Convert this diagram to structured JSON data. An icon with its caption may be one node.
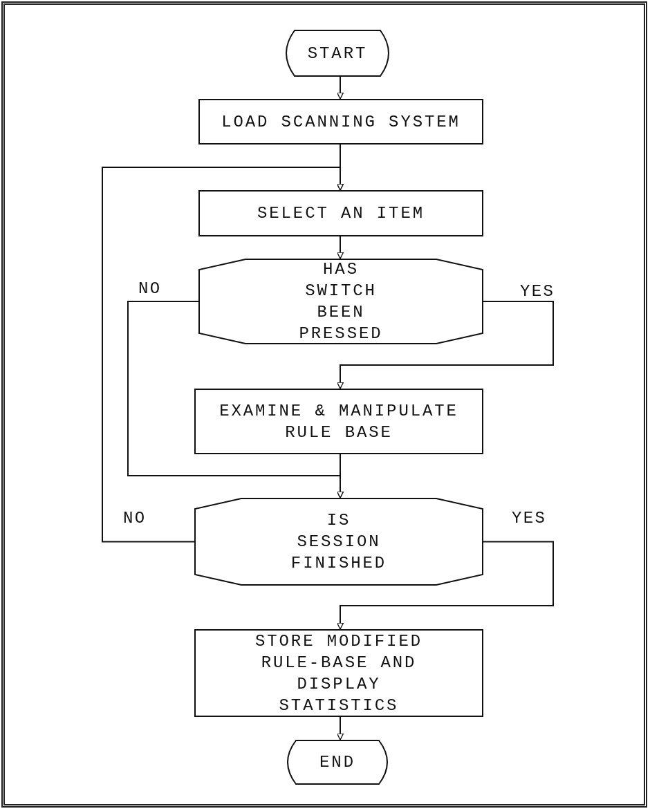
{
  "diagram": {
    "nodes": [
      {
        "text": [
          "START"
        ]
      },
      {
        "text": [
          "LOAD SCANNING SYSTEM"
        ]
      },
      {
        "text": [
          "SELECT AN ITEM"
        ]
      },
      {
        "text": [
          "HAS SWITCH BEEN PRESSED"
        ]
      },
      {
        "text": [
          "EXAMINE & MANIPULATE RULE BASE"
        ]
      },
      {
        "text": [
          "IS SESSION FINISHED"
        ]
      },
      {
        "text": [
          "STORE MODIFIED RULE-BASE AND DISPLAY STATISTICS"
        ]
      },
      {
        "text": [
          "END"
        ]
      }
    ],
    "edges": [
      {
        "from": 0,
        "to": 1,
        "arrow": "to"
      },
      {
        "from": 1,
        "to": 2,
        "arrow": "to"
      },
      {
        "from": 2,
        "to": 3,
        "arrow": "to"
      },
      {
        "from": 3,
        "to": 4,
        "label": "YES",
        "arrow": "to"
      },
      {
        "from": 3,
        "to": 5,
        "label": "NO",
        "arrow": "to"
      },
      {
        "from": 4,
        "to": 5,
        "arrow": "to"
      },
      {
        "from": 5,
        "to": 2,
        "label": "NO",
        "arrow": "to"
      },
      {
        "from": 5,
        "to": 6,
        "label": "YES",
        "arrow": "to"
      },
      {
        "from": 6,
        "to": 7,
        "arrow": "to"
      }
    ]
  }
}
